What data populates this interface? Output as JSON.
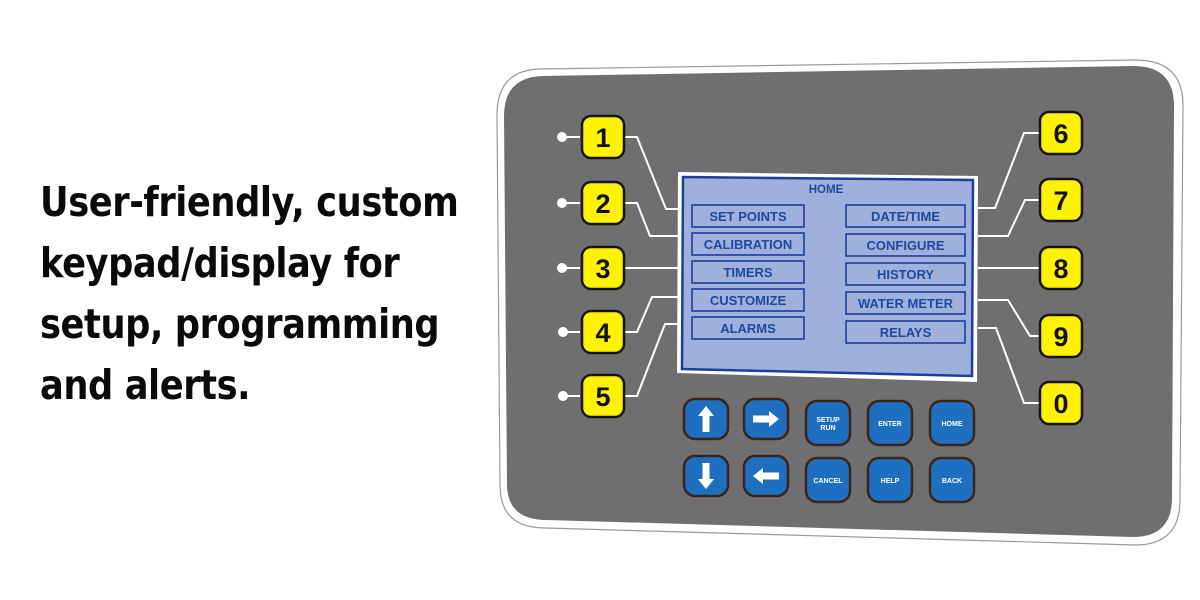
{
  "tagline": {
    "lines": [
      "User-friendly, custom",
      "keypad/display for",
      "setup, programming",
      "and alerts."
    ]
  },
  "display": {
    "title": "HOME",
    "left_menu": [
      {
        "number": "1",
        "label": "SET POINTS"
      },
      {
        "number": "2",
        "label": "CALIBRATION"
      },
      {
        "number": "3",
        "label": "TIMERS"
      },
      {
        "number": "4",
        "label": "CUSTOMIZE"
      },
      {
        "number": "5",
        "label": "ALARMS"
      }
    ],
    "right_menu": [
      {
        "number": "6",
        "label": "DATE/TIME"
      },
      {
        "number": "7",
        "label": "CONFIGURE"
      },
      {
        "number": "8",
        "label": "HISTORY"
      },
      {
        "number": "9",
        "label": "WATER METER"
      },
      {
        "number": "0",
        "label": "RELAYS"
      }
    ]
  },
  "keypad": {
    "row1": [
      {
        "id": "up",
        "label": "",
        "icon": "arrow-up-icon"
      },
      {
        "id": "right",
        "label": "",
        "icon": "arrow-right-icon"
      },
      {
        "id": "setup-run",
        "label": "SETUP\nRUN",
        "line1": "SETUP",
        "line2": "RUN"
      },
      {
        "id": "enter",
        "label": "ENTER"
      },
      {
        "id": "home",
        "label": "HOME"
      }
    ],
    "row2": [
      {
        "id": "down",
        "label": "",
        "icon": "arrow-down-icon"
      },
      {
        "id": "left",
        "label": "",
        "icon": "arrow-left-icon"
      },
      {
        "id": "cancel",
        "label": "CANCEL"
      },
      {
        "id": "help",
        "label": "HELP"
      },
      {
        "id": "back",
        "label": "BACK"
      }
    ]
  },
  "colors": {
    "panel": "#6f6f71",
    "screen_bg": "#9fb0dc",
    "screen_border": "#1c3f9c",
    "number_key": "#fff200",
    "keypad_key": "#1f6fc0",
    "key_border": "#3a2418"
  }
}
